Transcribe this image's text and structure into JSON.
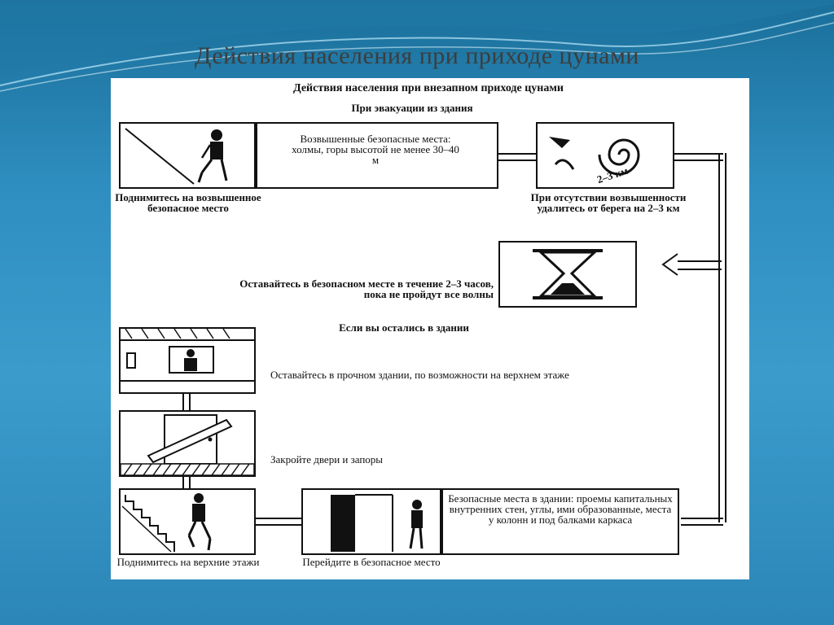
{
  "slide": {
    "title": "Действия населения при приходе цунами"
  },
  "figure": {
    "heading": "Действия населения при внезапном приходе цунами",
    "section_evacuation": "При эвакуации из здания",
    "section_in_building": "Если вы остались в здании",
    "box_high_places": "Возвышенные безопасные места: холмы, горы высотой не менее 30–40 м",
    "caption_climb_high": "Поднимитесь на возвышенное безопасное место",
    "caption_move_away": "При отсутствии возвышенности удалитесь от берега на 2–3 км",
    "distance_label": "2–3 км",
    "caption_stay_safe": "Оставайтесь в безопасном месте в течение 2–3 часов, пока не пройдут все волны",
    "caption_strong_building": "Оставайтесь в прочном здании, по возможности на верхнем этаже",
    "caption_close_doors": "Закройте двери и запоры",
    "box_safe_places_building": "Безопасные места в здании: проемы капитальных внутренних стен, углы, ими образованные, места у колонн и под балками каркаса",
    "caption_go_upstairs": "Поднимитесь на верхние этажи",
    "caption_go_safe_place": "Перейдите в безопасное место"
  }
}
